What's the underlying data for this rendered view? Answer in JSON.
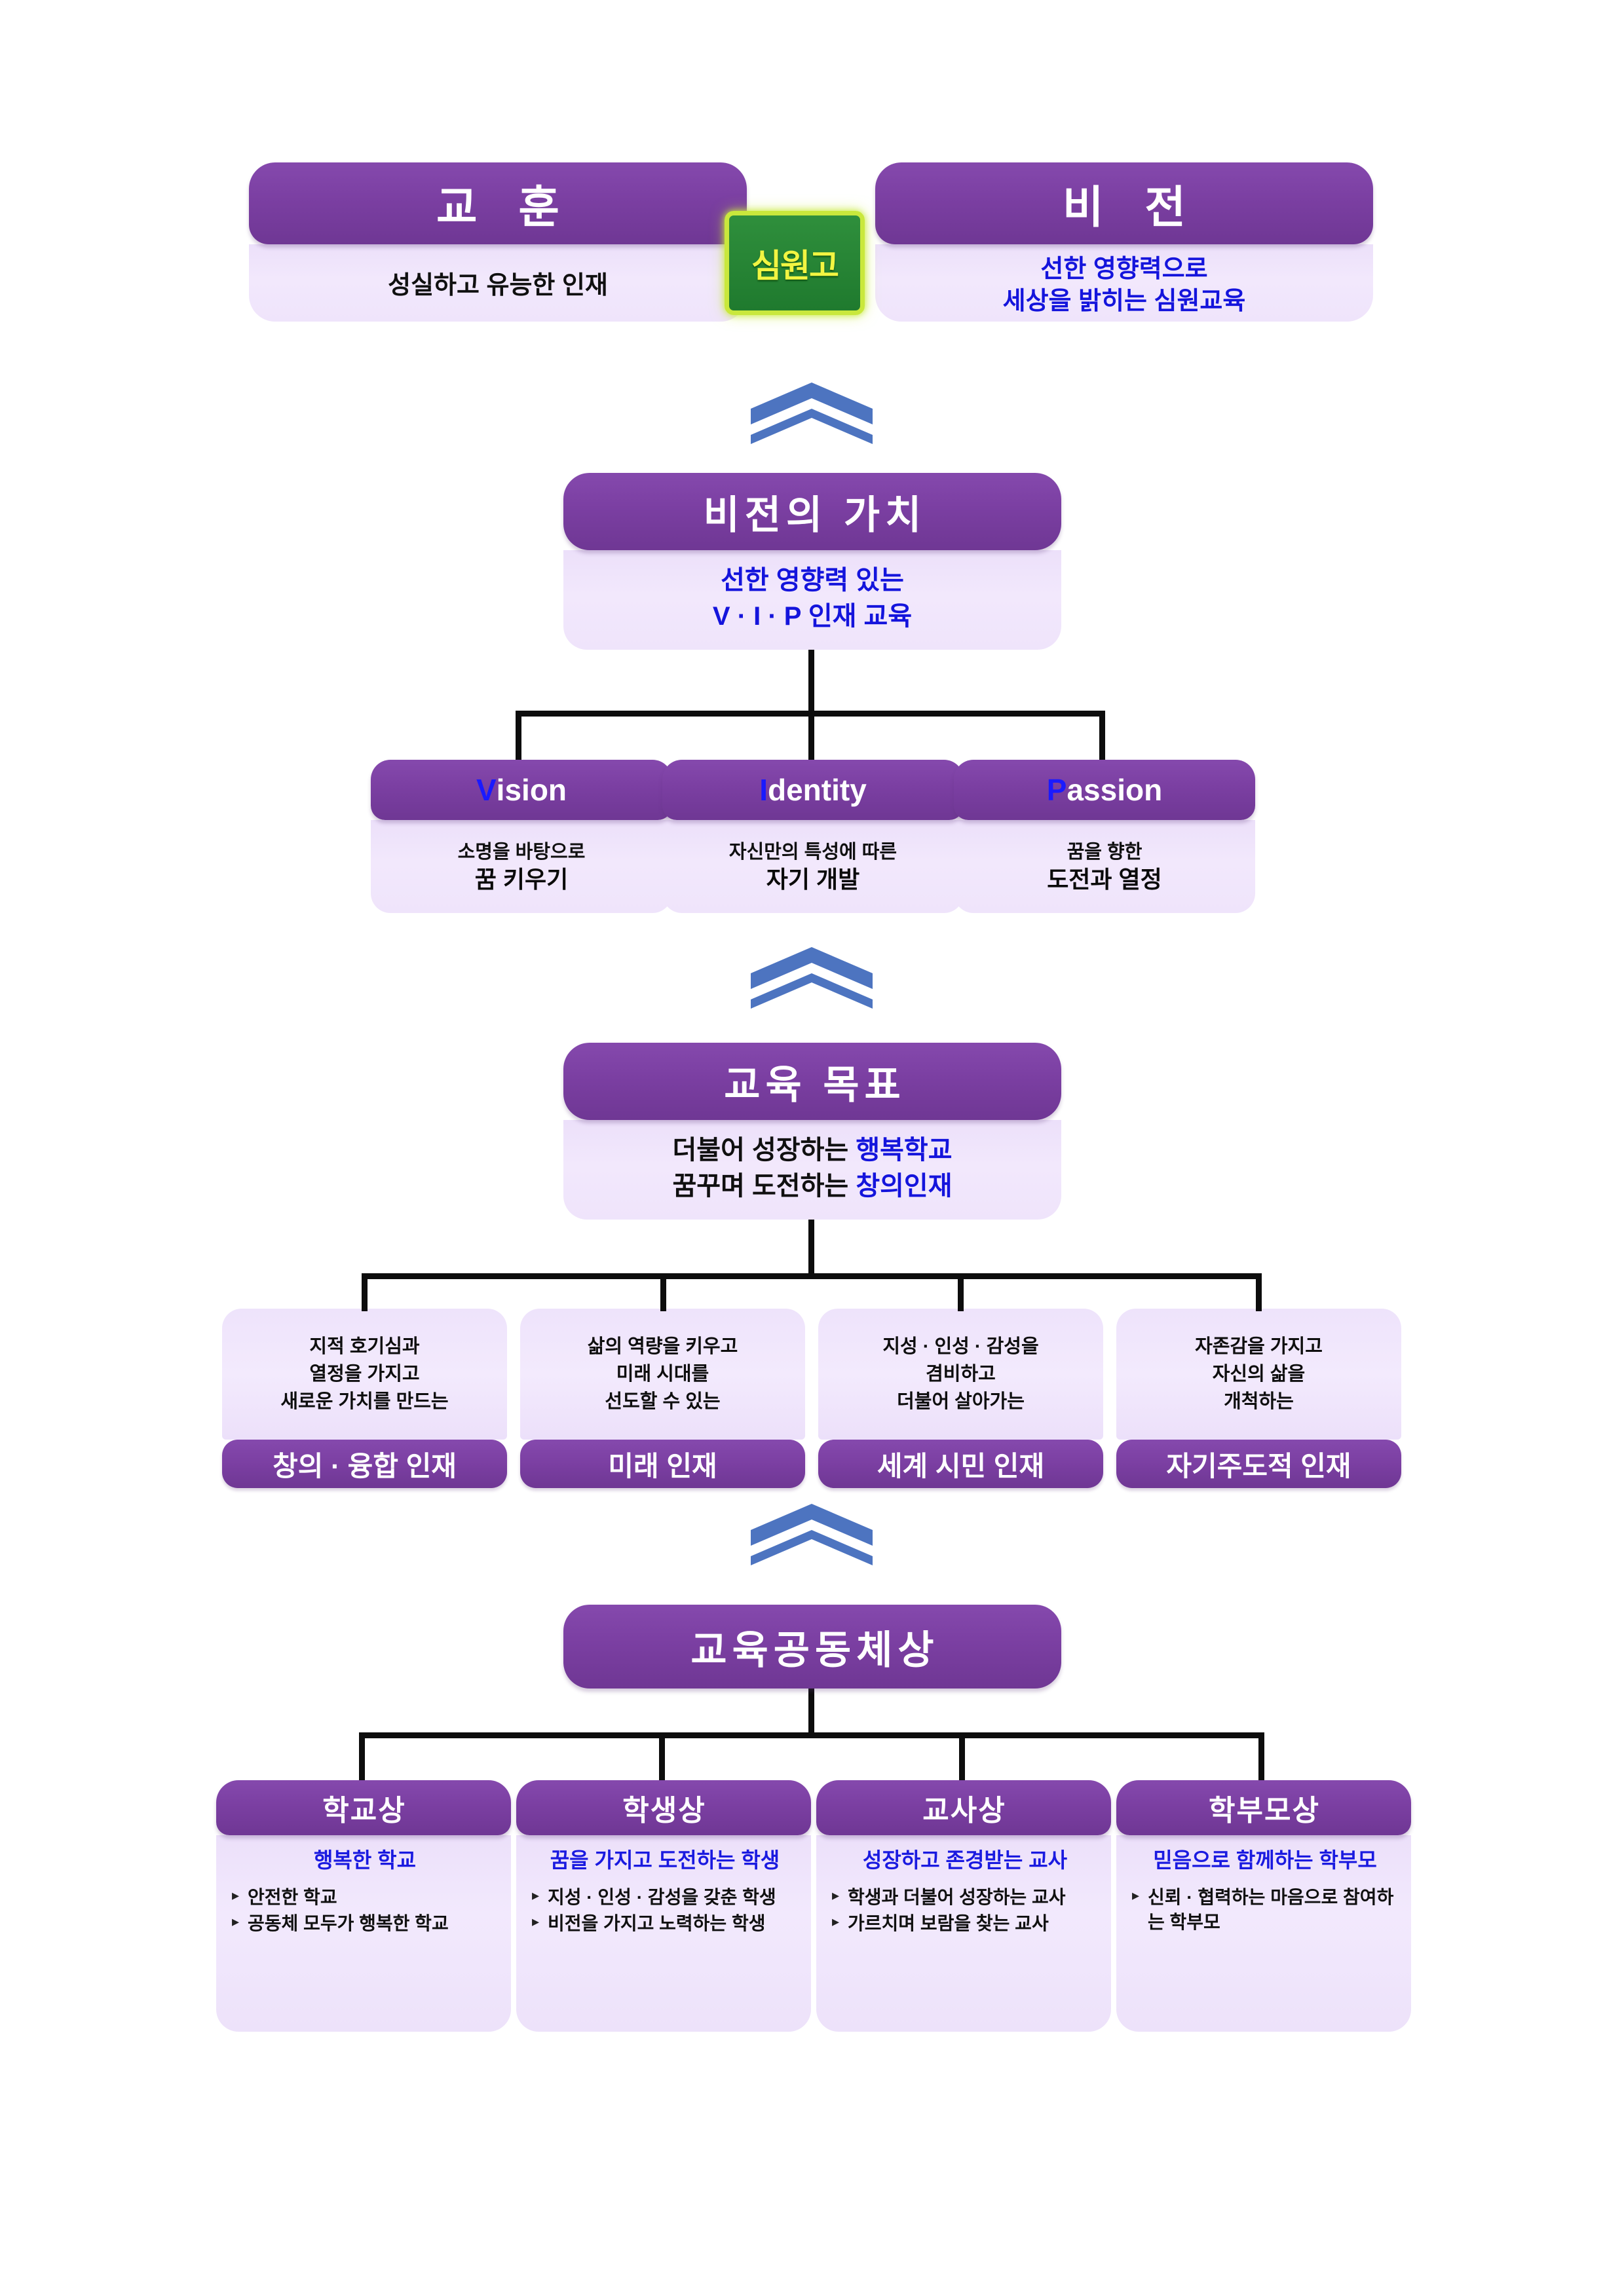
{
  "colors": {
    "purple": "#7b3fa2",
    "lavender": "#efe4fb",
    "accent_blue": "#1414dc",
    "chevron_blue": "#4d74c0",
    "logo_green": "#1f7a2e",
    "logo_yellow": "#f2f542"
  },
  "logo": {
    "label": "심원고"
  },
  "top": {
    "motto": {
      "title": "교 훈",
      "lines": [
        "성실하고 유능한 인재"
      ]
    },
    "vision": {
      "title": "비 전",
      "lines": [
        "선한 영향력으로",
        "세상을 밝히는 심원교육"
      ]
    }
  },
  "vision_value": {
    "title": "비전의 가치",
    "lines": [
      "선한 영향력 있는",
      "V · I · P 인재 교육"
    ],
    "items": [
      {
        "initial": "V",
        "rest": "ision",
        "line1": "소명을 바탕으로",
        "line2": "꿈 키우기"
      },
      {
        "initial": "I",
        "rest": "dentity",
        "line1": "자신만의 특성에 따른",
        "line2": "자기 개발"
      },
      {
        "initial": "P",
        "rest": "assion",
        "line1": "꿈을 향한",
        "line2": "도전과 열정"
      }
    ]
  },
  "education_goal": {
    "title": "교육 목표",
    "line1_plain": "더불어 성장하는 ",
    "line1_hl": "행복학교",
    "line2_plain": "꿈꾸며 도전하는 ",
    "line2_hl": "창의인재",
    "items": [
      {
        "desc": [
          "지적 호기심과",
          "열정을 가지고",
          "새로운 가치를 만드는"
        ],
        "label": "창의 · 융합 인재"
      },
      {
        "desc": [
          "삶의 역량을 키우고",
          "미래 시대를",
          "선도할 수 있는"
        ],
        "label": "미래 인재"
      },
      {
        "desc": [
          "지성 · 인성 · 감성을",
          "겸비하고",
          "더불어 살아가는"
        ],
        "label": "세계 시민 인재"
      },
      {
        "desc": [
          "자존감을 가지고",
          "자신의 삶을",
          "개척하는"
        ],
        "label": "자기주도적 인재"
      }
    ]
  },
  "community": {
    "title": "교육공동체상",
    "items": [
      {
        "header": "학교상",
        "subtitle": "행복한 학교",
        "bullets": [
          "안전한 학교",
          "공동체 모두가 행복한 학교"
        ]
      },
      {
        "header": "학생상",
        "subtitle": "꿈을 가지고 도전하는 학생",
        "bullets": [
          "지성 · 인성 · 감성을 갖춘 학생",
          "비전을 가지고 노력하는 학생"
        ]
      },
      {
        "header": "교사상",
        "subtitle": "성장하고 존경받는 교사",
        "bullets": [
          "학생과 더불어 성장하는 교사",
          "가르치며 보람을 찾는 교사"
        ]
      },
      {
        "header": "학부모상",
        "subtitle": "믿음으로 함께하는 학부모",
        "bullets": [
          "신뢰 · 협력하는 마음으로 참여하는 학부모"
        ]
      }
    ]
  },
  "icons": {
    "chevron_up_double": "double-chevron-up"
  }
}
